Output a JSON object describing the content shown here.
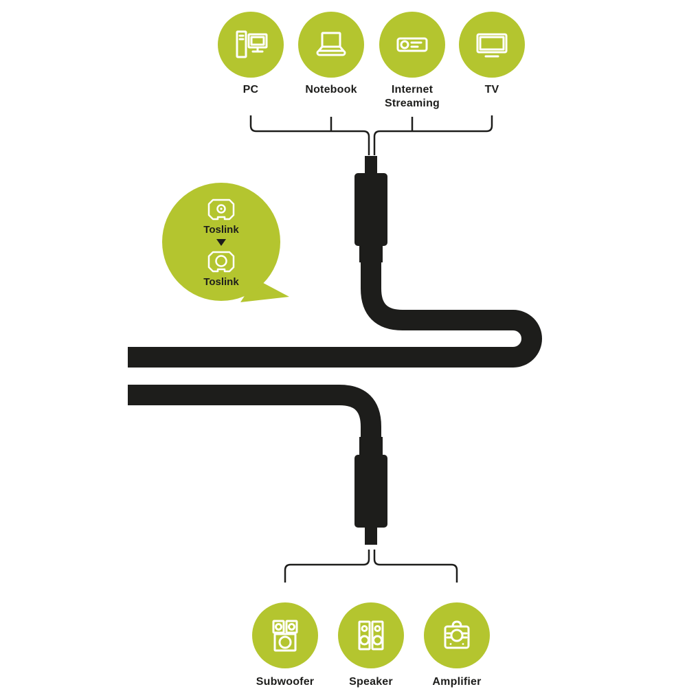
{
  "colors": {
    "accent_green": "#b4c52f",
    "line_black": "#1d1d1b",
    "icon_white": "#ffffff"
  },
  "top_devices": [
    {
      "label": "PC",
      "icon": "pc-icon"
    },
    {
      "label": "Notebook",
      "icon": "notebook-icon"
    },
    {
      "label": "Internet Streaming",
      "icon": "internet-streaming-icon"
    },
    {
      "label": "TV",
      "icon": "tv-icon"
    }
  ],
  "connector_callout": {
    "source_connector": "Toslink",
    "target_connector": "Toslink"
  },
  "bottom_devices": [
    {
      "label": "Subwoofer",
      "icon": "subwoofer-icon"
    },
    {
      "label": "Speaker",
      "icon": "speaker-icon"
    },
    {
      "label": "Amplifier",
      "icon": "amplifier-icon"
    }
  ]
}
